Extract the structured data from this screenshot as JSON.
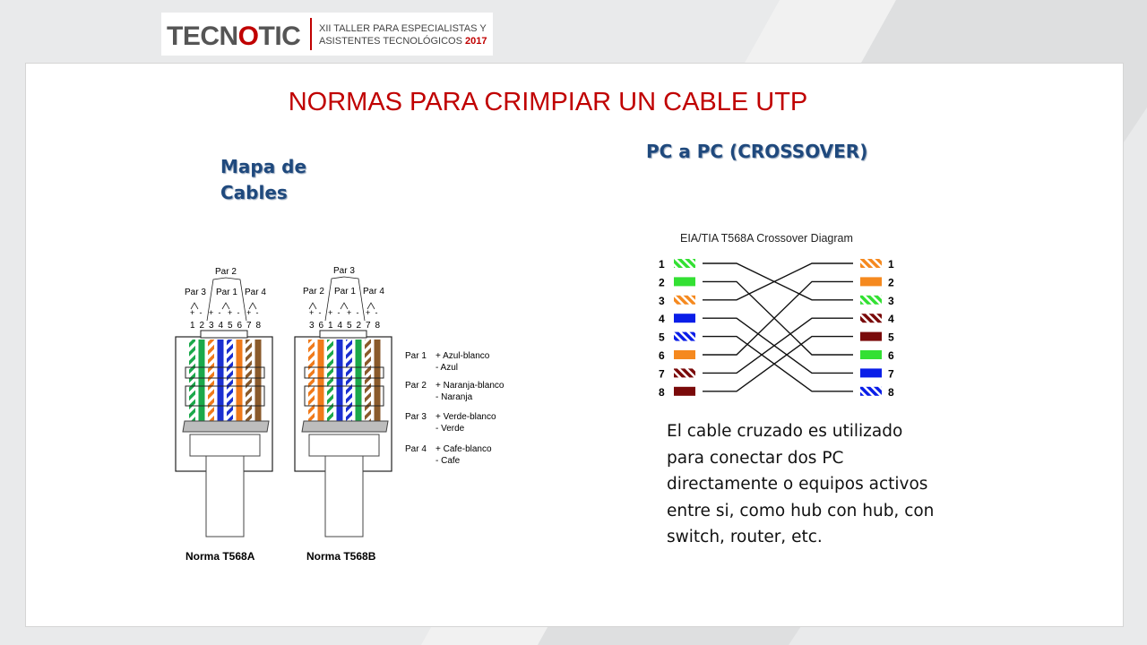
{
  "header": {
    "logo_prefix": "TECN",
    "logo_accent": "O",
    "logo_suffix": "TIC",
    "event_line1": "XII TALLER PARA  ESPECIALISTAS  Y",
    "event_line2": "ASISTENTES TECNOLÓGICOS",
    "event_year": "2017"
  },
  "title": "NORMAS PARA CRIMPIAR UN CABLE UTP",
  "left_subtitle": "Mapa de Cables",
  "right_subtitle": "PC a PC (CROSSOVER)",
  "connectors": {
    "left": {
      "caption": "Norma T568A",
      "pair_top": "Par 2",
      "pair_left": "Par 3",
      "pair_mid": "Par 1",
      "pair_right": "Par 4",
      "pins": [
        "1",
        "2",
        "3",
        "4",
        "5",
        "6",
        "7",
        "8"
      ],
      "signs": [
        "+",
        "-",
        "+",
        "-",
        "+",
        "-",
        "+",
        "-"
      ]
    },
    "right": {
      "caption": "Norma T568B",
      "pair_top": "Par 3",
      "pair_left": "Par 2",
      "pair_mid": "Par 1",
      "pair_right": "Par 4",
      "pins": [
        "3",
        "6",
        "1",
        "4",
        "5",
        "2",
        "7",
        "8"
      ],
      "signs": [
        "+",
        "-",
        "+",
        "-",
        "+",
        "-",
        "+",
        "-"
      ]
    }
  },
  "pair_legend": [
    {
      "pair": "Par 1",
      "plus": "+  Azul-blanco",
      "minus": "-  Azul"
    },
    {
      "pair": "Par 2",
      "plus": "+  Naranja-blanco",
      "minus": "-  Naranja"
    },
    {
      "pair": "Par 3",
      "plus": "+  Verde-blanco",
      "minus": "-  Verde"
    },
    {
      "pair": "Par 4",
      "plus": "+  Cafe-blanco",
      "minus": "-  Cafe"
    }
  ],
  "crossover": {
    "title": "EIA/TIA T568A Crossover Diagram",
    "pins": [
      "1",
      "2",
      "3",
      "4",
      "5",
      "6",
      "7",
      "8"
    ],
    "left_colors": [
      "green-white",
      "green",
      "orange-white",
      "blue",
      "blue-white",
      "orange",
      "brown-white",
      "brown"
    ],
    "right_colors": [
      "orange-white",
      "orange",
      "green-white",
      "brown-white",
      "brown",
      "green",
      "blue",
      "blue-white"
    ],
    "mapping": [
      3,
      6,
      1,
      7,
      8,
      2,
      4,
      5
    ]
  },
  "colors": {
    "accent_red": "#c00000",
    "heading_blue": "#1f497d",
    "green": "#1aa84a",
    "orange": "#f07a1a",
    "blue": "#1a2fd0",
    "brown": "#8a5a2b",
    "cross_green": "#33e033",
    "cross_orange": "#f5891f",
    "cross_blue": "#0a1ee8",
    "cross_brown": "#7a0a0a"
  },
  "description": "El cable cruzado es utilizado para conectar dos PC directamente o equipos activos entre si, como hub con hub, con switch, router, etc."
}
